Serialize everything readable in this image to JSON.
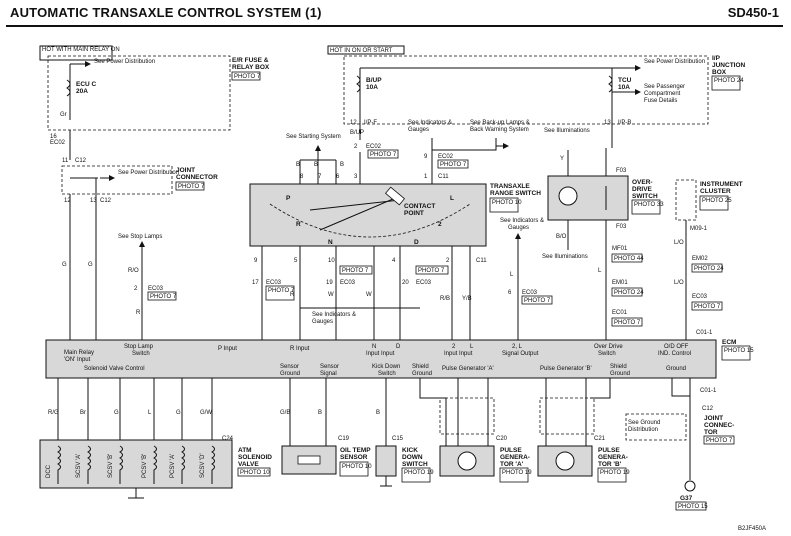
{
  "header": {
    "title": "AUTOMATIC TRANSAXLE CONTROL SYSTEM (1)",
    "code": "SD450-1"
  },
  "power_labels": {
    "hot_relay": "HOT WITH MAIN RELAY ON",
    "hot_in_on": "HOT IN ON OR START"
  },
  "fuse_left": {
    "ref": "See Power Distribution",
    "name_1": "ECU C",
    "name_2": "20A",
    "box_1": "E/R FUSE &",
    "box_2": "RELAY BOX",
    "photo": "PHOTO 7"
  },
  "fuse_right": {
    "ref": "See Power Distribution",
    "bup_1": "B/UP",
    "bup_2": "10A",
    "tcu_1": "TCU",
    "tcu_2": "10A",
    "box_1": "I/P",
    "box_2": "JUNCTION",
    "box_3": "BOX",
    "photo": "PHOTO 24",
    "ref2_1": "See Passenger",
    "ref2_2": "Compartment",
    "ref2_3": "Fuse Details"
  },
  "connectors": {
    "ec02_l": "EC02",
    "c12": "C12",
    "ec02_r": "EC02",
    "ec02_r2": "EC02",
    "c11": "C11",
    "ec03_a": "EC03",
    "ec03_b": "EC03",
    "ec03_c": "EC03",
    "ec03_d": "EC03",
    "ec03_e": "EC03",
    "f03": "F03",
    "f03b": "F03",
    "mf01": "MF01",
    "em01": "EM01",
    "ec01": "EC01",
    "m09": "M09-1",
    "em02": "EM02",
    "ec03_f": "EC03",
    "c01_1": "C01-1",
    "c01_1b": "C01-1",
    "c12b": "C12",
    "c12c": "C12",
    "c24": "C24",
    "c19": "C19",
    "c15": "C15",
    "c20": "C20",
    "c21": "C21",
    "ip_f": "I/P-F",
    "ip_b": "I/P-B",
    "g37": "G37"
  },
  "photos": {
    "p7_a": "PHOTO 7",
    "p7_b": "PHOTO 7",
    "p7_c": "PHOTO 7",
    "p7_d": "PHOTO 7",
    "p7_e": "PHOTO 7",
    "p7_f": "PHOTO 7",
    "p7_g": "PHOTO 7",
    "p7_h": "PHOTO 7",
    "p7_i": "PHOTO 7",
    "p7_j": "PHOTO 7",
    "p10": "PHOTO 10",
    "p33": "PHOTO 33",
    "p44": "PHOTO 44",
    "p24a": "PHOTO 24",
    "p24b": "PHOTO 24",
    "p25": "PHOTO 25",
    "p15a": "PHOTO 15",
    "p15b": "PHOTO 15",
    "p10b": "PHOTO 10",
    "p10c": "PHOTO 10",
    "p19a": "PHOTO 19",
    "p19b": "PHOTO 19",
    "p19c": "PHOTO 19"
  },
  "components": {
    "joint_1": "JOINT",
    "joint_2": "CONNECTOR",
    "trs_1": "TRANSAXLE",
    "trs_2": "RANGE SWITCH",
    "contact_1": "CONTACT",
    "contact_2": "POINT",
    "od_1": "OVER-",
    "od_2": "DRIVE",
    "od_3": "SWITCH",
    "ic_1": "INSTRUMENT",
    "ic_2": "CLUSTER",
    "ecm": "ECM",
    "atm_1": "ATM",
    "atm_2": "SOLENOID",
    "atm_3": "VALVE",
    "oil_1": "OIL TEMP",
    "oil_2": "SENSOR",
    "kd_1": "KICK",
    "kd_2": "DOWN",
    "kd_3": "SWITCH",
    "pga_1": "PULSE",
    "pga_2": "GENERA-",
    "pga_3": "TOR 'A'",
    "pgb_1": "PULSE",
    "pgb_2": "GENERA-",
    "pgb_3": "TOR 'B'",
    "jc2_1": "JOINT",
    "jc2_2": "CONNEC-",
    "jc2_3": "TOR"
  },
  "refs": {
    "power_dist_l": "See Power Distribution",
    "starting": "See Starting System",
    "ind_g_1": "See Indicators &",
    "ind_g_2": "Gauges",
    "backup_1": "See Back-up Lamps &",
    "backup_2": "Back Warning System",
    "illum_top": "See Illuminations",
    "ind_g2_1": "See Indicators &",
    "ind_g2_2": "Gauges",
    "illum_mid": "See Illuminations",
    "stop_lamps": "See Stop Lamps",
    "ind_g3_1": "See Indicators &",
    "ind_g3_2": "Gauges",
    "ground_1": "See Ground",
    "ground_2": "Distribution"
  },
  "ecm_top_labels": {
    "main_relay_1": "Main Relay",
    "main_relay_2": "'ON' Input",
    "stop_1": "Stop Lamp",
    "stop_2": "Switch",
    "p": "P Input",
    "r": "R Input",
    "n": "N",
    "d": "D",
    "nd": "Input Input",
    "two": "2",
    "l": "L",
    "twol": "Input Input",
    "sig_1": "2, L",
    "sig_2": "Signal Output",
    "od_1": "Over Drive",
    "od_2": "Switch",
    "odoff_1": "O/D OFF",
    "odoff_2": "IND. Control"
  },
  "ecm_bottom_labels": {
    "sol": "Solenoid Valve Control",
    "sg_1": "Sensor",
    "sg_2": "Ground",
    "ss_1": "Sensor",
    "ss_2": "Signal",
    "kd_1": "Kick Down",
    "kd_2": "Switch",
    "sh1_1": "Shield",
    "sh1_2": "Ground",
    "pga": "Pulse Generator 'A'",
    "pgb": "Pulse Generator 'B'",
    "sh2_1": "Shield",
    "sh2_2": "Ground",
    "gnd": "Ground"
  },
  "solenoids": [
    "DCC",
    "SCSV 'A'",
    "SCSV 'B'",
    "PCSV 'B'",
    "PCSV 'A'",
    "SCSV 'D'"
  ],
  "trs_positions": {
    "p": "P",
    "r": "R",
    "n": "N",
    "d": "D",
    "two": "2",
    "l": "L"
  },
  "wire_colors": {
    "gr": "Gr",
    "g": "G",
    "bup": "B/UP",
    "b": "B",
    "y": "Y",
    "bo": "B/O",
    "lo": "L/O",
    "ro": "R/O",
    "r": "R",
    "w": "W",
    "rb": "R/B",
    "yb": "Y/B",
    "l": "L",
    "rg": "R/G",
    "br": "Br",
    "gw": "G/W",
    "gb": "G/B"
  },
  "footer": "B2JF450A"
}
